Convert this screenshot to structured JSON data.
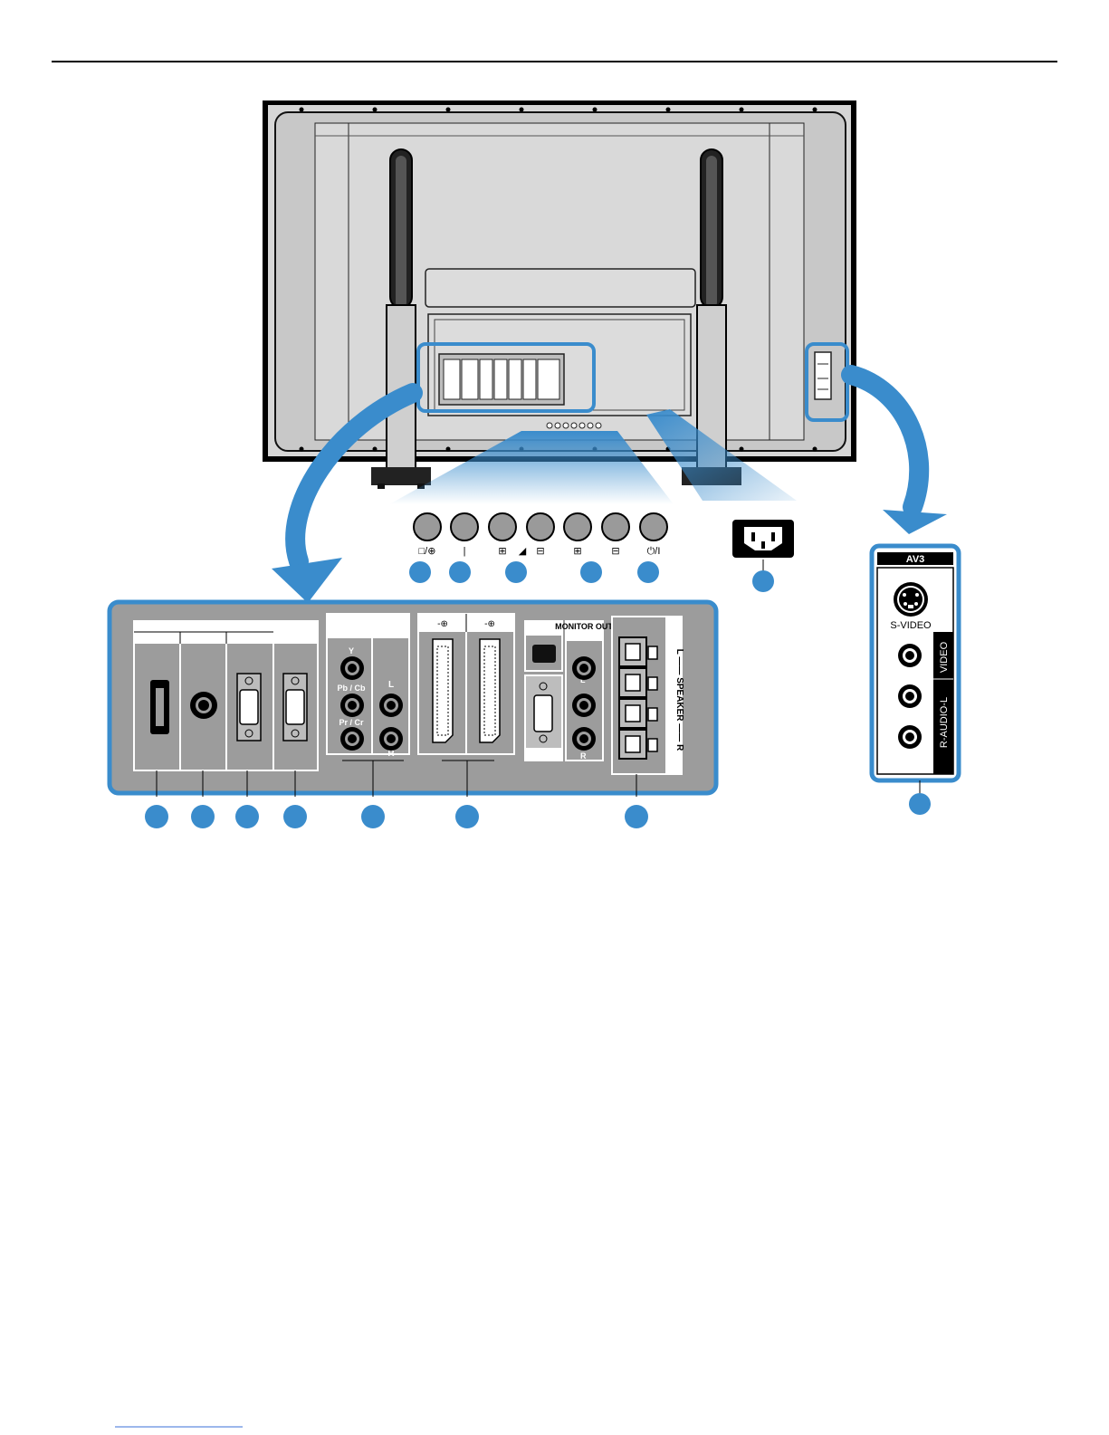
{
  "colors": {
    "accent_blue": "#3a8ccc",
    "panel_gray": "#9c9c9c",
    "tv_gray": "#d9d9d9",
    "black": "#000000"
  },
  "front_buttons": {
    "labels": [
      "□/⊕",
      "|",
      "⊞",
      "◢",
      "⊟",
      "⊞",
      "⊟",
      "⏻/I"
    ]
  },
  "rear_panel": {
    "component": {
      "y_label": "Y",
      "pb_label": "Pb / Cb",
      "pr_label": "Pr / Cr",
      "l_label": "L",
      "r_label": "R"
    },
    "monitor_out": {
      "title": "MONITOR OUT",
      "l_label": "L",
      "r_label": "R"
    },
    "speaker": {
      "label": "L —— SPEAKER —— R"
    }
  },
  "side_panel": {
    "title": "AV3",
    "svideo_label": "S-VIDEO",
    "video_label": "VIDEO",
    "audio_label": "R-AUDIO-L"
  }
}
